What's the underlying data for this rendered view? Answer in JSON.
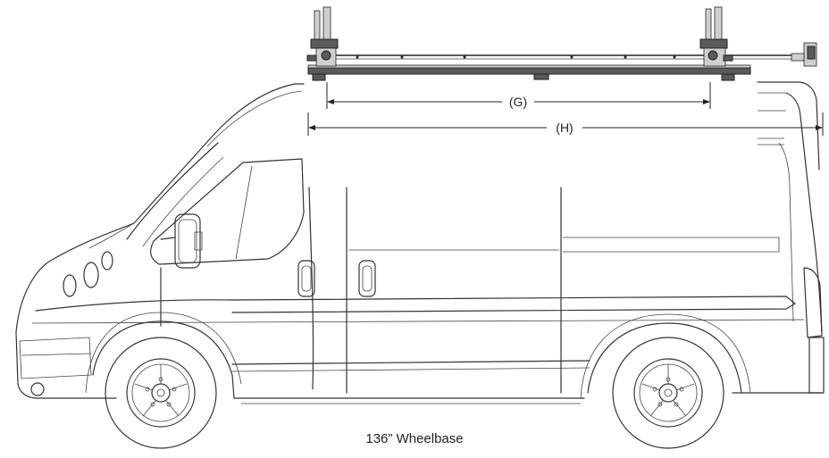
{
  "diagram": {
    "labels": {
      "dimension_g": "(G)",
      "dimension_h": "(H)",
      "wheelbase": "136” Wheelbase"
    }
  }
}
